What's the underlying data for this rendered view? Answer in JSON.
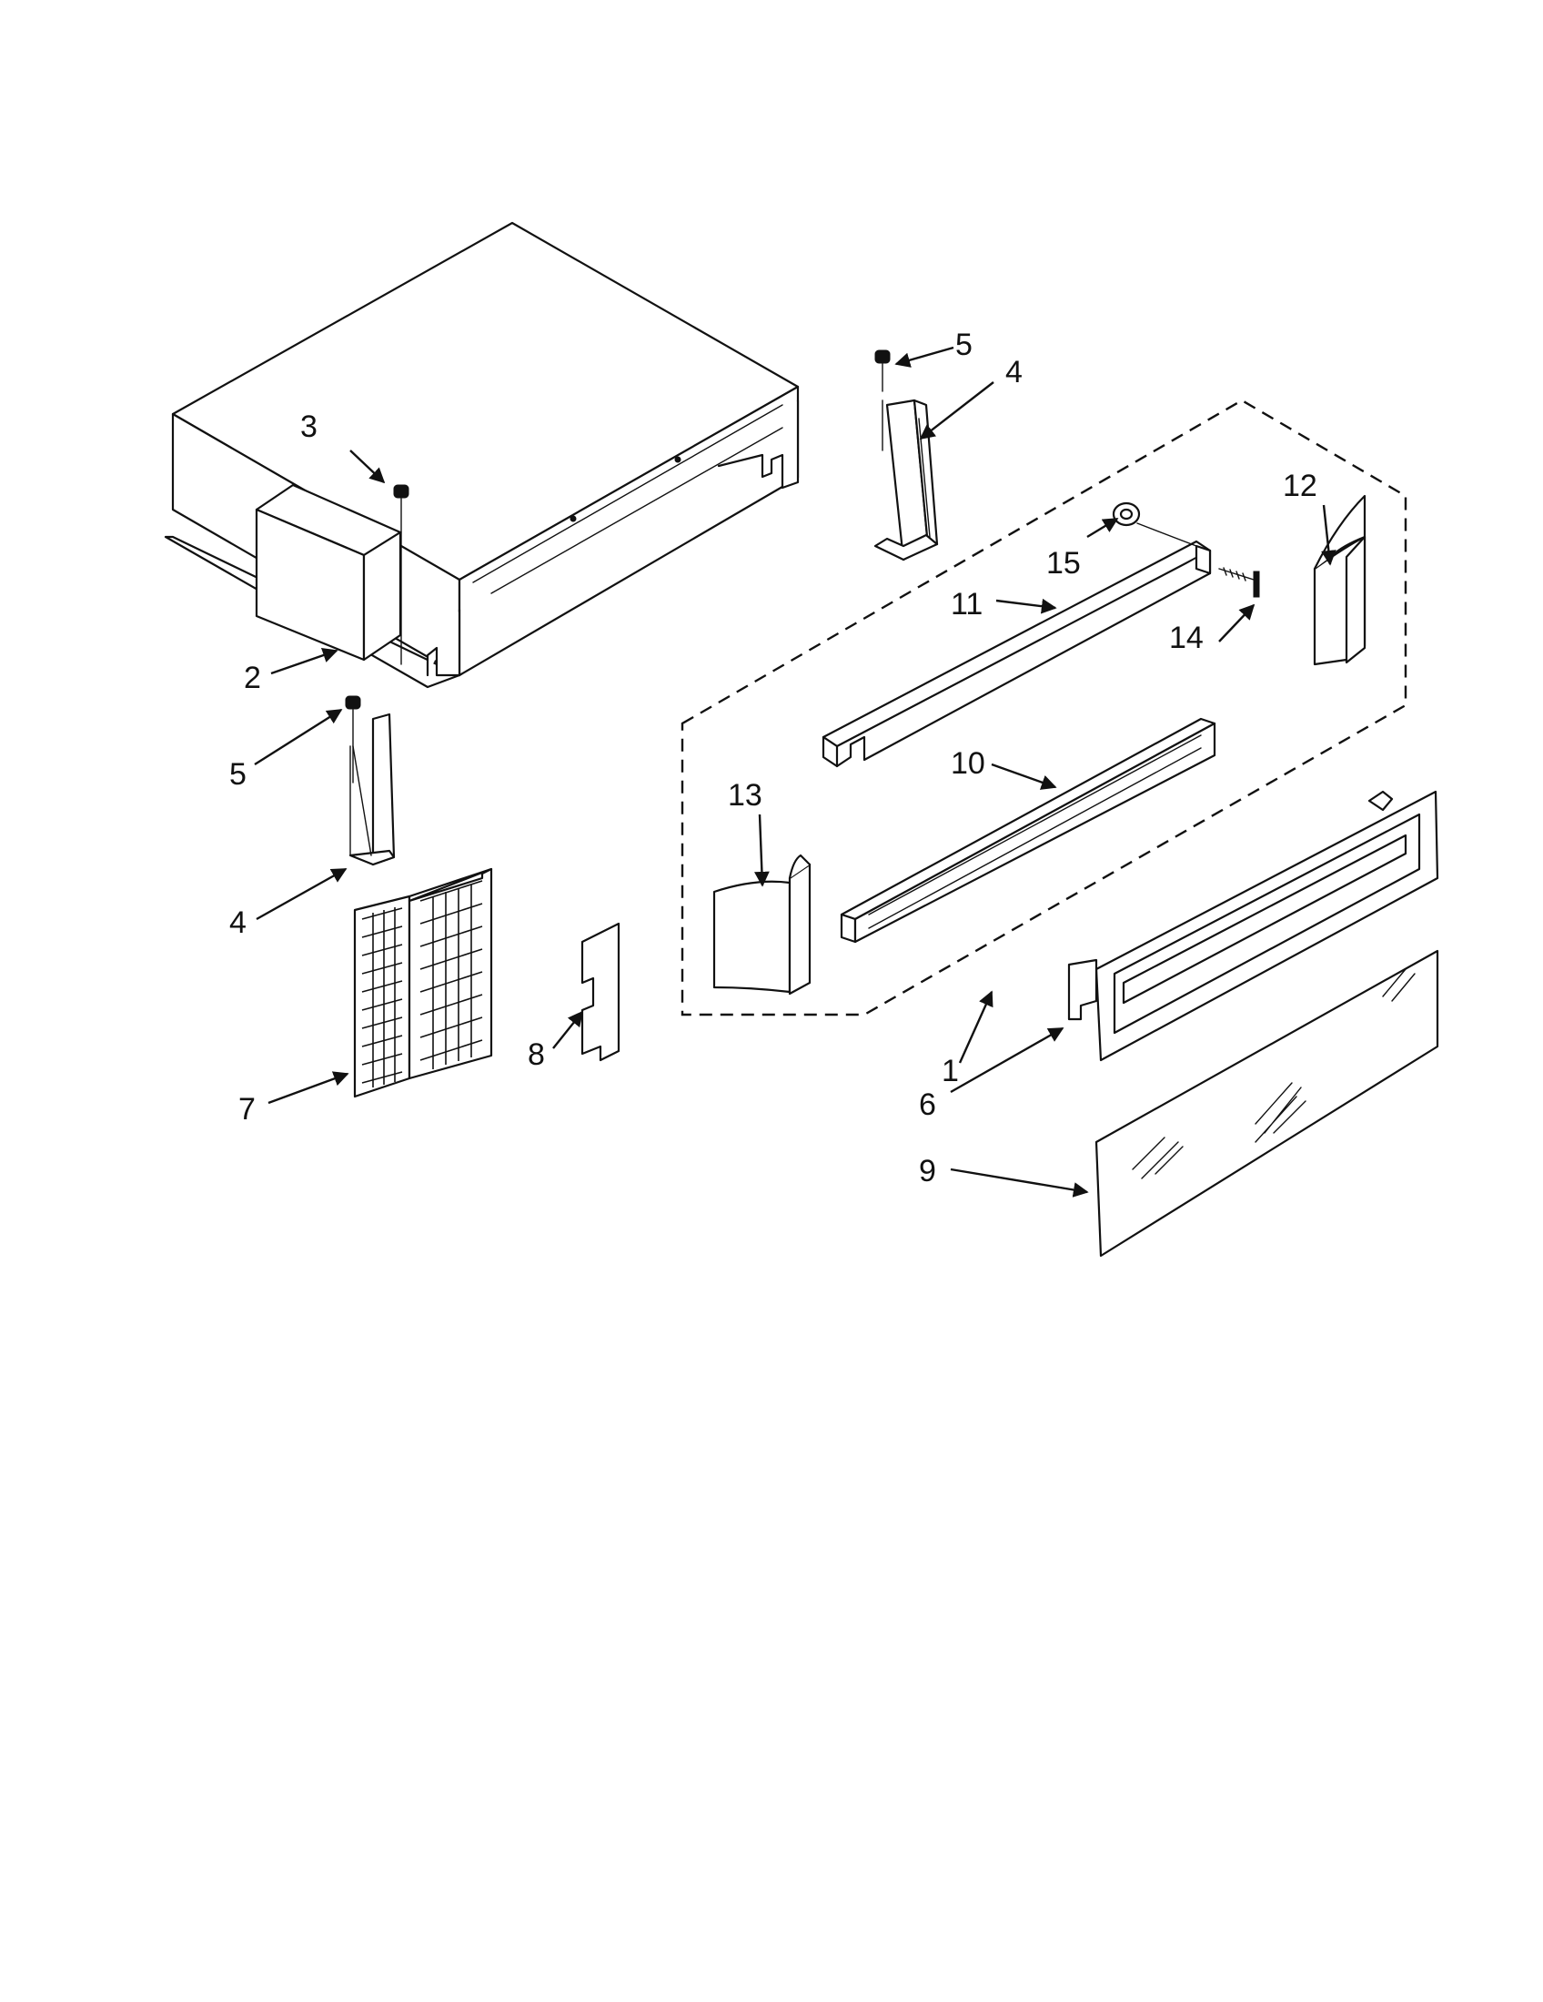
{
  "callouts": [
    {
      "id": "c1",
      "label": "1"
    },
    {
      "id": "c2",
      "label": "2"
    },
    {
      "id": "c3",
      "label": "3"
    },
    {
      "id": "c4a",
      "label": "4"
    },
    {
      "id": "c4b",
      "label": "4"
    },
    {
      "id": "c5a",
      "label": "5"
    },
    {
      "id": "c5b",
      "label": "5"
    },
    {
      "id": "c6",
      "label": "6"
    },
    {
      "id": "c7",
      "label": "7"
    },
    {
      "id": "c8",
      "label": "8"
    },
    {
      "id": "c9",
      "label": "9"
    },
    {
      "id": "c10",
      "label": "10"
    },
    {
      "id": "c11",
      "label": "11"
    },
    {
      "id": "c12",
      "label": "12"
    },
    {
      "id": "c13",
      "label": "13"
    },
    {
      "id": "c14",
      "label": "14"
    },
    {
      "id": "c15",
      "label": "15"
    }
  ]
}
